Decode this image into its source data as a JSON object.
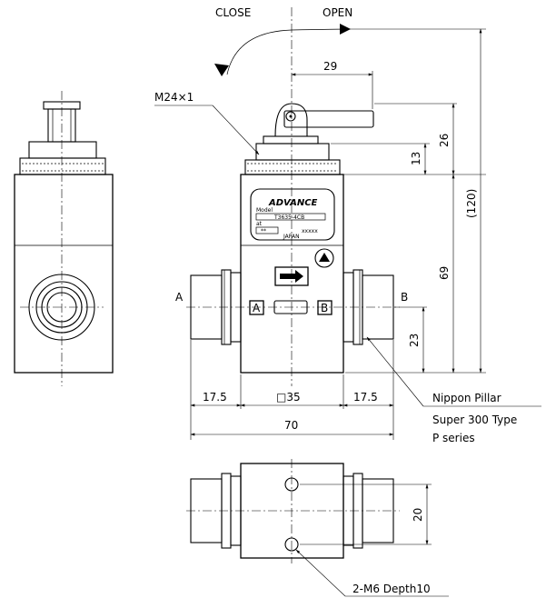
{
  "rotation": {
    "close": "CLOSE",
    "open": "OPEN"
  },
  "callouts": {
    "thread": "M24×1",
    "fitting_line1": "Nippon Pillar",
    "fitting_line2": "Super 300 Type",
    "fitting_line3": "P series",
    "tapped_holes": "2-M6 Depth10"
  },
  "dimensions": {
    "handle_offset": "29",
    "top_height": "26",
    "nut_height": "13",
    "total_height": "(120)",
    "body_height": "69",
    "port_height": "23",
    "left_fitting": "17.5",
    "body_width": "□35",
    "right_fitting": "17.5",
    "overall_width": "70",
    "hole_pitch": "20"
  },
  "ports": {
    "inlet": "A",
    "outlet": "B",
    "inlet_box": "A",
    "outlet_box": "B"
  },
  "nameplate": {
    "brand": "ADVANCE",
    "model_label": "Model",
    "model_value": "T3635-4CB",
    "lot_label": "at",
    "lot_value": "**",
    "serial": "xxxxx",
    "country": "JAPAN"
  }
}
